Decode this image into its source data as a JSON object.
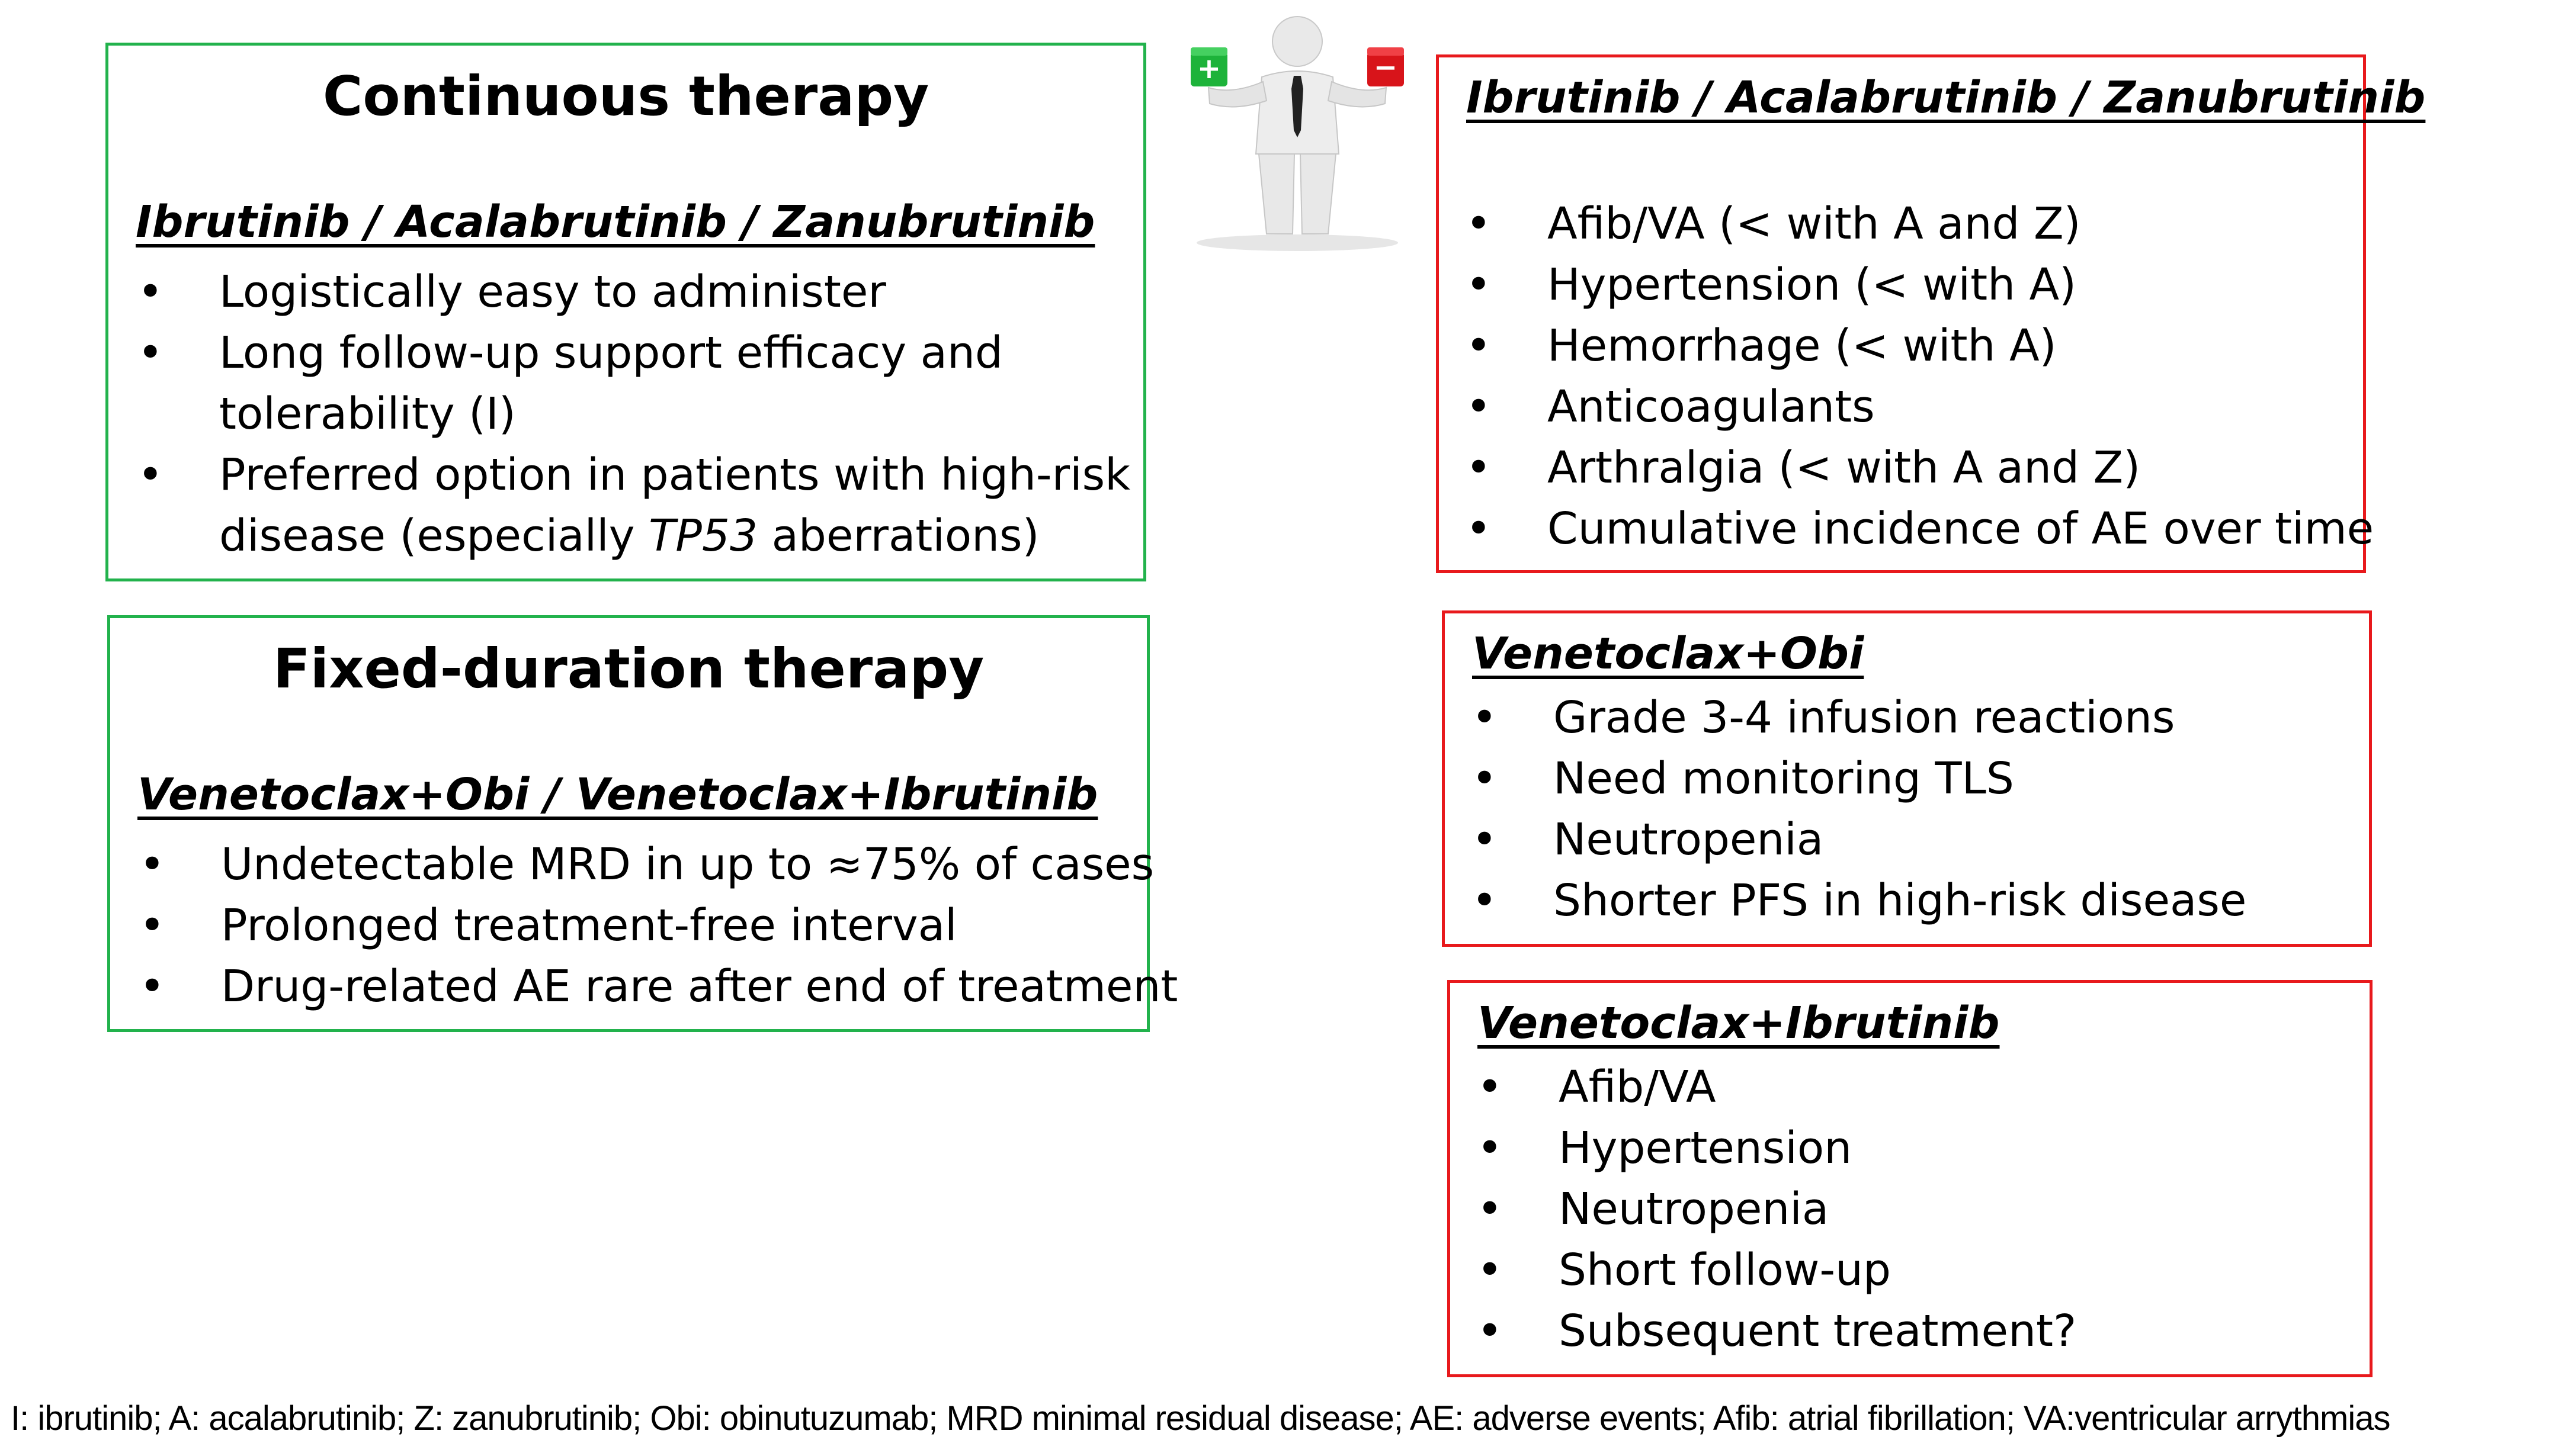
{
  "continuous": {
    "title": "Continuous therapy",
    "drugs": "Ibrutinib / Acalabrutinib / Zanubrutinib",
    "items": [
      "Logistically easy to administer",
      "Long follow-up support efficacy and",
      "Preferred option in patients with high-risk"
    ],
    "item2_cont": "tolerability (I)",
    "item3_cont_pre": "disease (especially ",
    "item3_cont_em": "TP53",
    "item3_cont_post": " aberrations)"
  },
  "fixed": {
    "title": "Fixed-duration therapy",
    "drugs": "Venetoclax+Obi  / Venetoclax+Ibrutinib",
    "items": [
      "Undetectable MRD in up to ≈75% of cases",
      "Prolonged treatment-free interval",
      "Drug-related AE rare after end of treatment"
    ]
  },
  "cons_btki": {
    "drugs": "Ibrutinib / Acalabrutinib / Zanubrutinib",
    "items": [
      "Afib/VA (< with A and Z)",
      "Hypertension (< with A)",
      "Hemorrhage (< with A)",
      "Anticoagulants",
      "Arthralgia (< with A and Z)",
      "Cumulative incidence of AE over time"
    ]
  },
  "cons_ven_obi": {
    "drugs": "Venetoclax+Obi",
    "items": [
      "Grade 3-4 infusion reactions",
      "Need monitoring TLS",
      "Neutropenia",
      "Shorter PFS in high-risk disease"
    ]
  },
  "cons_ven_ibr": {
    "drugs": "Venetoclax+Ibrutinib",
    "items": [
      "Afib/VA",
      "Hypertension",
      "Neutropenia",
      "Short follow-up",
      "Subsequent  treatment?"
    ]
  },
  "bullet": "•",
  "figure": {
    "plus": "+",
    "minus": "−",
    "colors": {
      "plus": "#1db33a",
      "minus": "#d8141a"
    }
  },
  "footnote": "I: ibrutinib; A: acalabrutinib; Z: zanubrutinib; Obi: obinutuzumab; MRD minimal residual disease; AE: adverse events; Afib: atrial fibrillation; VA:ventricular arrythmias"
}
